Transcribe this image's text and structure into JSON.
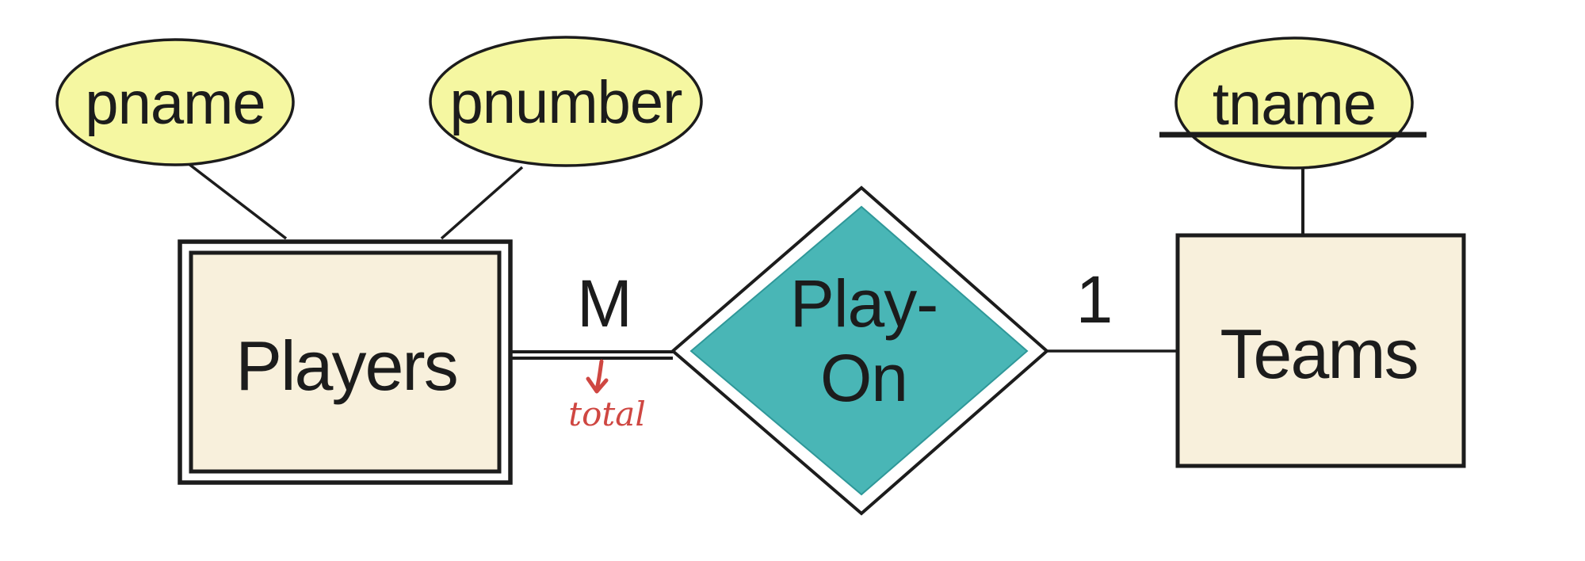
{
  "colors": {
    "background": "#ffffff",
    "stroke": "#1c1c1c",
    "attribute_fill": "#f5f7a1",
    "entity_fill": "#f8f0dc",
    "entity_gap_fill": "#fdfaf2",
    "relationship_fill": "#49b6b6",
    "relationship_edge": "#2f9899",
    "annotation_red": "#cf4742"
  },
  "entities": {
    "players": {
      "label": "Players"
    },
    "teams": {
      "label": "Teams"
    }
  },
  "relationship": {
    "line1": "Play-",
    "line2": "On"
  },
  "attributes": {
    "pname": {
      "label": "pname"
    },
    "pnumber": {
      "label": "pnumber"
    },
    "tname": {
      "label": "tname"
    }
  },
  "cardinalities": {
    "players_side": "M",
    "teams_side": "1"
  },
  "annotation": {
    "label": "total"
  }
}
